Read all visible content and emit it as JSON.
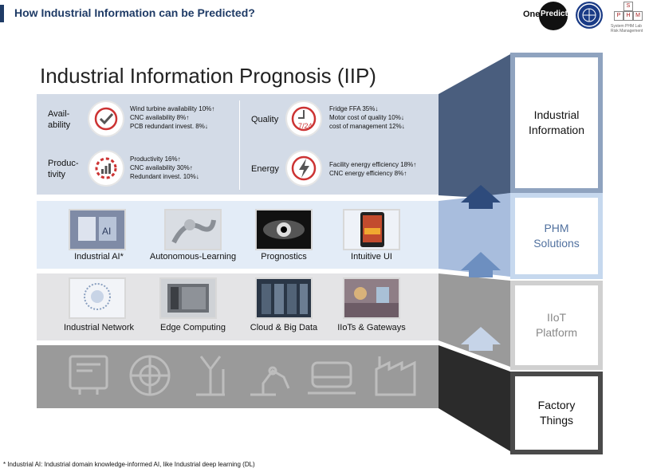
{
  "header": {
    "title": "How Industrial Information can be Predicted?",
    "logo_onepredict_text": "One",
    "logo_onepredict_circle": "Predict",
    "lab_letters": [
      "S",
      "P",
      "H",
      "M"
    ],
    "lab_caption": "System PHM Lab Risk Management"
  },
  "iip": {
    "title": "Industrial Information Prognosis (IIP)",
    "availability": {
      "label": "Avail-\nability",
      "lines": [
        "Wind turbine availability 10%↑",
        "CNC availability 8%↑",
        "PCB redundant invest. 8%↓"
      ]
    },
    "productivity": {
      "label": "Produc-\ntivity",
      "lines": [
        "Productivity 16%↑",
        "CNC availability 30%↑",
        "Redundant invest. 10%↓"
      ]
    },
    "quality": {
      "label": "Quality",
      "clock_text": "7/24",
      "lines": [
        "Fridge FFA 35%↓",
        "Motor cost of quality 10%↓",
        "cost of management 12%↓"
      ]
    },
    "energy": {
      "label": "Energy",
      "lines": [
        "Facility energy efficiency 18%↑",
        "CNC energy efficiency 8%↑"
      ]
    }
  },
  "phm_band": {
    "items": [
      "Industrial AI*",
      "Autonomous-Learning",
      "Prognostics",
      "Intuitive UI"
    ]
  },
  "iiot_band": {
    "items": [
      "Industrial Network",
      "Edge Computing",
      "Cloud & Big Data",
      "IIoTs & Gateways"
    ]
  },
  "factory_band": {
    "icons": [
      "monitor-icon",
      "turbine-wheel-icon",
      "wind-turbine-icon",
      "robot-arm-icon",
      "train-icon",
      "factory-icon"
    ]
  },
  "right_labels": {
    "industrial_information": "Industrial\nInformation",
    "phm_solutions": "PHM\nSolutions",
    "iiot_platform": "IIoT\nPlatform",
    "factory_things": "Factory\nThings"
  },
  "footnote": "* Industrial AI: Industrial domain knowledge-informed AI, like Industrial deep learning (DL)",
  "colors": {
    "header_accent": "#1f3b66",
    "iip_band": "#d3dbe7",
    "phm_band": "#e3ecf7",
    "iiot_band": "#e4e4e6",
    "factory_band": "#9a9a9a",
    "box_border_blue": "#8fa3bf",
    "box_border_lightblue": "#c6d8ee",
    "box_border_gray": "#b5b5b5",
    "box_border_dark": "#4a4a4a"
  }
}
